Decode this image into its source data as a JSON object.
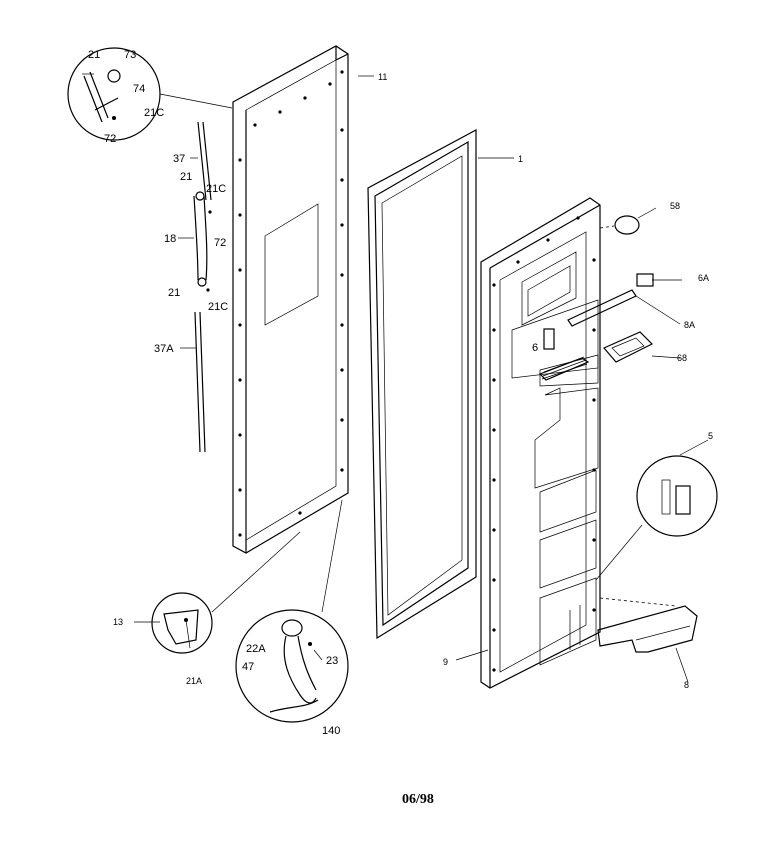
{
  "labels": {
    "l21_top": "21",
    "l73": "73",
    "l74": "74",
    "l21c_top": "21C",
    "l72_top": "72",
    "l11": "11",
    "l1": "1",
    "l37": "37",
    "l21_mid": "21",
    "l21c_mid": "21C",
    "l18": "18",
    "l72_mid": "72",
    "l21_low": "21",
    "l21c_low": "21C",
    "l37a": "37A",
    "l58": "58",
    "l6a_top": "6A",
    "l8a": "8A",
    "l6": "6",
    "l68": "68",
    "l5": "5",
    "l13": "13",
    "l21a": "21A",
    "l22a": "22A",
    "l23": "23",
    "l47": "47",
    "l140": "140",
    "l9": "9",
    "l8": "8"
  },
  "footer": {
    "date_code": "06/98"
  }
}
